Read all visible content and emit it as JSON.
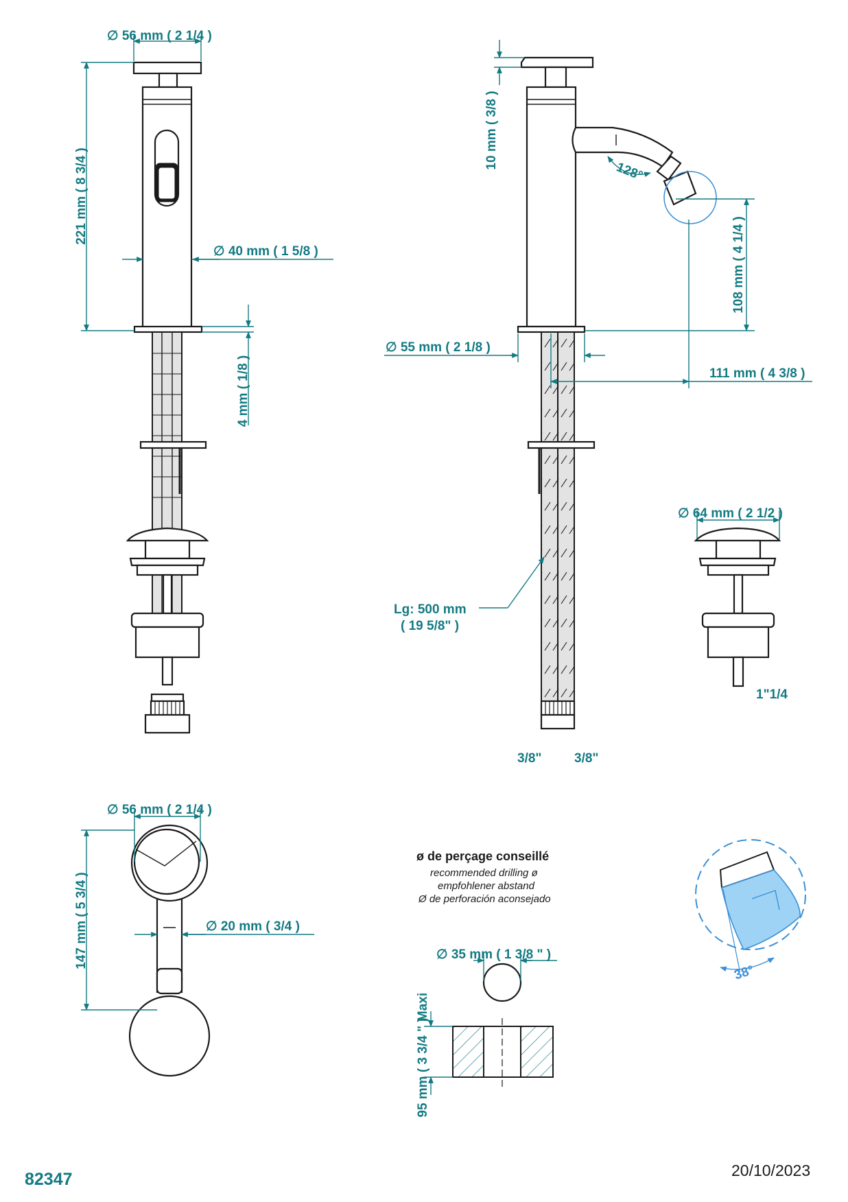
{
  "dimensions": {
    "top_diameter_front": "∅  56 mm ( 2 1/4 )",
    "height_total": "221 mm ( 8 3/4 )",
    "body_diameter": "∅  40 mm ( 1 5/8 )",
    "base_thickness": "4 mm ( 1/8 )",
    "handle_height": "10 mm ( 3/8 )",
    "spout_angle": "128°",
    "spout_height": "108 mm ( 4 1/4 )",
    "base_diameter": "∅  55 mm ( 2 1/8 )",
    "spout_reach": "111 mm ( 4 3/8 )",
    "waste_diameter": "∅ 64 mm ( 2 1/2 )",
    "waste_thread": "1\"1/4",
    "hose_length_line1": "Lg: 500 mm",
    "hose_length_line2": "( 19 5/8\" )",
    "inlet_left": "3/8\"",
    "inlet_right": "3/8\"",
    "top_diameter_plan": "∅  56 mm ( 2 1/4 )",
    "plan_length": "147 mm ( 5 3/4 )",
    "lever_width": "∅  20 mm ( 3/4 )",
    "drill_diameter": "∅  35 mm ( 1 3/8 \" )",
    "deck_max_label": "Maxi",
    "deck_thickness": "95 mm ( 3 3/4 \" )",
    "aerator_angle": "38°"
  },
  "drilling": {
    "title": "ø de perçage conseillé",
    "line_en": "recommended drilling ø",
    "line_de": "empfohlener abstand",
    "line_es": "Ø de perforación aconsejado"
  },
  "footer": {
    "reference": "82347",
    "date": "20/10/2023"
  },
  "colors": {
    "dimension": "#137a82",
    "outline": "#1a1a1a",
    "highlight": "#3a8fd6"
  }
}
